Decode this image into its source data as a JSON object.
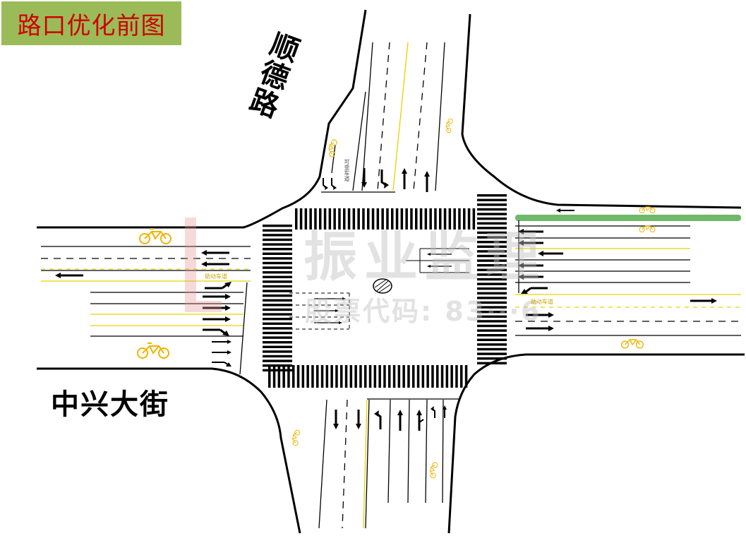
{
  "title": "路口优化前图",
  "roads": {
    "north": "顺德路",
    "west": "中兴大街"
  },
  "watermark": {
    "brand": "振业监理",
    "code": "股票代码: 83‧‧‧6"
  },
  "lane_labels": {
    "variable_lane": "可变车道",
    "bike_lane": "助动车道"
  },
  "colors": {
    "road_edge": "#000000",
    "yellow_line": "#e6d200",
    "bike_icon": "#f0b400",
    "green_lane": "#70b86a",
    "title_bg": "#9bbb59",
    "title_text": "#d00000"
  },
  "icons": [
    "bicycle-icon",
    "arrow-straight-icon",
    "arrow-left-turn-icon",
    "arrow-right-turn-icon",
    "zebra-crossing",
    "center-island"
  ]
}
